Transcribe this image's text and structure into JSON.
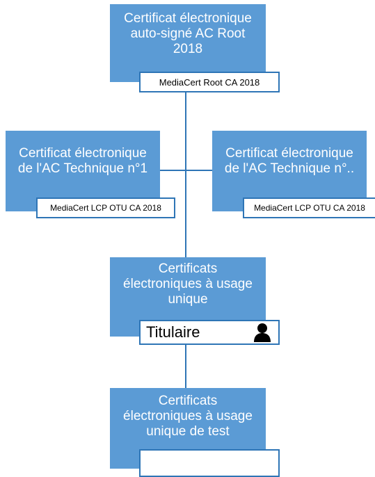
{
  "diagram": {
    "root": {
      "title": "Certificat électronique\nauto-signé AC Root\n2018",
      "label": "MediaCert Root CA 2018"
    },
    "tech_left": {
      "title": "Certificat électronique\nde l'AC Technique n°1",
      "label": "MediaCert LCP OTU CA 2018"
    },
    "tech_right": {
      "title": "Certificat électronique\nde l'AC Technique n°..",
      "label": "MediaCert LCP OTU CA 2018"
    },
    "usage_unique": {
      "title": "Certificats\nélectroniques à usage\nunique",
      "label": "Titulaire",
      "icon": "person-icon"
    },
    "usage_unique_test": {
      "title": "Certificats\nélectroniques à usage\nunique de test",
      "label": ""
    }
  }
}
